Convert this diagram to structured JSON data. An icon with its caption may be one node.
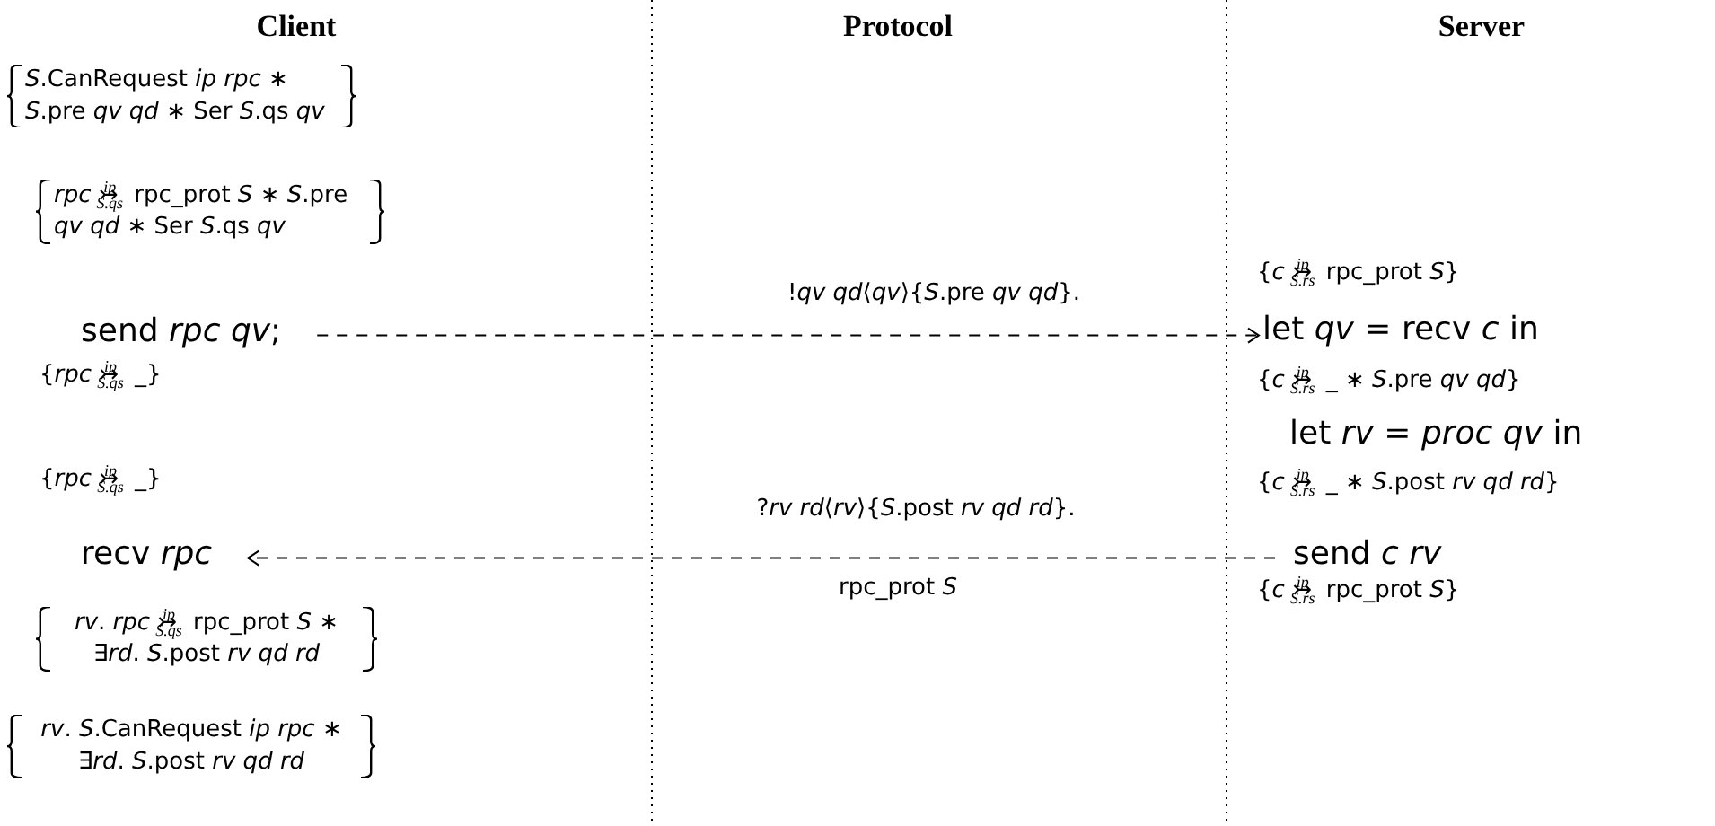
{
  "diagram": {
    "nodes": [
      {
        "text": [
          "send *rpc qv*;"
        ]
      },
      {
        "text": [
          "let *qv* = recv *c* in"
        ]
      },
      {
        "text": [
          "recv *rpc*"
        ]
      },
      {
        "text": [
          "send *c rv*"
        ]
      }
    ],
    "edges": [
      {
        "from": 0,
        "to": 1,
        "arrow": "to",
        "style": "dashed",
        "label": "!*qv qd*⟨*qv*⟩{*S*.pre *qv qd*}."
      },
      {
        "from": 3,
        "to": 2,
        "arrow": "to",
        "style": "dashed",
        "label": "?*rv rd*⟨*rv*⟩{*S*.post *rv qd rd*}."
      }
    ],
    "labels": [
      "Client",
      "Protocol",
      "Server",
      "*S*.CanRequest *ip rpc* ∗ *S*.pre *qv qd* ∗ Ser *S*.qs *qv*",
      "*rpc* ↣$^{ip}$$_{S.qs}$ rpc_prot *S* ∗ *S*.pre *qv qd* ∗ Ser *S*.qs *qv*",
      "{*rpc* ↣$^{ip}$$_{S.qs}$ _}",
      "{*rpc* ↣$^{ip}$$_{S.qs}$ _}",
      "*rv*. *rpc* ↣$^{ip}$$_{S.qs}$ rpc_prot *S* ∗ ∃*rd*. *S*.post *rv qd rd*",
      "*rv*. *S*.CanRequest *ip rpc* ∗ ∃*rd*. *S*.post *rv qd rd*",
      "{*c* ↣$^{ip}$$_{S.rs}$ rpc_prot *S*}",
      "{*c* ↣$^{ip}$$_{S.rs}$ _ ∗ *S*.pre *qv qd*}",
      "let *rv* = *proc qv* in",
      "{*c* ↣$^{ip}$$_{S.rs}$ _ ∗ *S*.post *rv qd rd*}",
      "{*c* ↣$^{ip}$$_{S.rs}$ rpc_prot *S*}",
      "rpc_prot *S*"
    ]
  }
}
